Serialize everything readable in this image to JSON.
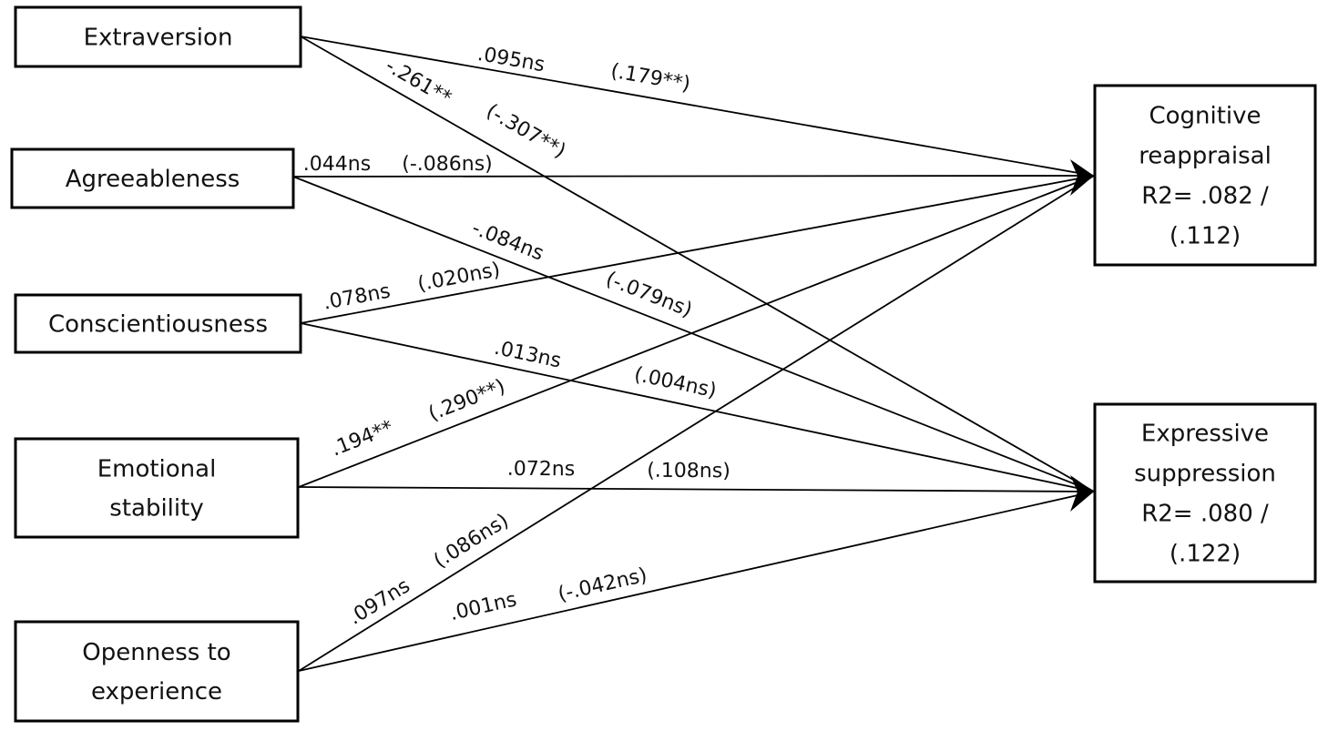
{
  "diagram": {
    "type": "path-model",
    "predictors": [
      {
        "id": "extraversion",
        "lines": [
          "Extraversion"
        ]
      },
      {
        "id": "agreeableness",
        "lines": [
          "Agreeableness"
        ]
      },
      {
        "id": "conscientiousness",
        "lines": [
          "Conscientiousness"
        ]
      },
      {
        "id": "emotional-stability",
        "lines": [
          "Emotional",
          "stability"
        ]
      },
      {
        "id": "openness",
        "lines": [
          "Openness to",
          "experience"
        ]
      }
    ],
    "outcomes": [
      {
        "id": "cognitive-reappraisal",
        "lines": [
          "Cognitive",
          "reappraisal",
          "R2= .082 /",
          "(.112)"
        ],
        "r2": ".082",
        "r2_alt": ".112"
      },
      {
        "id": "expressive-suppression",
        "lines": [
          "Expressive",
          "suppression",
          "R2= .080 /",
          "(.122)"
        ],
        "r2": ".080",
        "r2_alt": ".122"
      }
    ],
    "paths": [
      {
        "from": "extraversion",
        "to": "cognitive-reappraisal",
        "coef": ".095ns",
        "coef_alt": "(.179**)"
      },
      {
        "from": "extraversion",
        "to": "expressive-suppression",
        "coef": "-.261**",
        "coef_alt": "(-.307**)"
      },
      {
        "from": "agreeableness",
        "to": "cognitive-reappraisal",
        "coef": ".044ns",
        "coef_alt": "(-.086ns)"
      },
      {
        "from": "agreeableness",
        "to": "expressive-suppression",
        "coef": "-.084ns",
        "coef_alt": "(-.079ns)"
      },
      {
        "from": "conscientiousness",
        "to": "cognitive-reappraisal",
        "coef": ".078ns",
        "coef_alt": "(.020ns)"
      },
      {
        "from": "conscientiousness",
        "to": "expressive-suppression",
        "coef": ".013ns",
        "coef_alt": "(.004ns)"
      },
      {
        "from": "emotional-stability",
        "to": "cognitive-reappraisal",
        "coef": ".194**",
        "coef_alt": "(.290**)"
      },
      {
        "from": "emotional-stability",
        "to": "expressive-suppression",
        "coef": ".072ns",
        "coef_alt": "(.108ns)"
      },
      {
        "from": "openness",
        "to": "cognitive-reappraisal",
        "coef": ".097ns",
        "coef_alt": "(.086ns)"
      },
      {
        "from": "openness",
        "to": "expressive-suppression",
        "coef": ".001ns",
        "coef_alt": "(-.042ns)"
      }
    ]
  }
}
